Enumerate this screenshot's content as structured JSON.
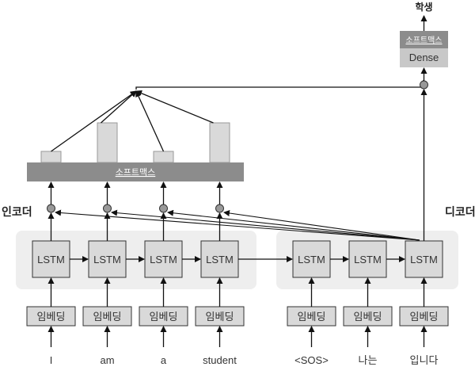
{
  "title": "Seq2Seq with Attention (encoder-decoder)",
  "encoder": {
    "label": "인코더",
    "lstm_label": "LSTM",
    "embedding_label": "임베딩",
    "inputs": [
      "I",
      "am",
      "a",
      "student"
    ]
  },
  "decoder": {
    "label": "디코더",
    "lstm_label": "LSTM",
    "embedding_label": "임베딩",
    "inputs": [
      "<SOS>",
      "나는",
      "입니다"
    ]
  },
  "attention": {
    "softmax_label": "소프트맥스",
    "weights": [
      0.1,
      0.4,
      0.1,
      0.4
    ]
  },
  "output": {
    "softmax_label": "소프트맥스",
    "dense_label": "Dense",
    "word": "학생"
  },
  "colors": {
    "panel": "#eeeeee",
    "box_fill": "#d9d9d9",
    "box_stroke": "#333333",
    "softmax_bar": "#8c8c8c",
    "dense_fill": "#c8c8c8",
    "dot_fill": "#999999",
    "line": "#111111"
  }
}
